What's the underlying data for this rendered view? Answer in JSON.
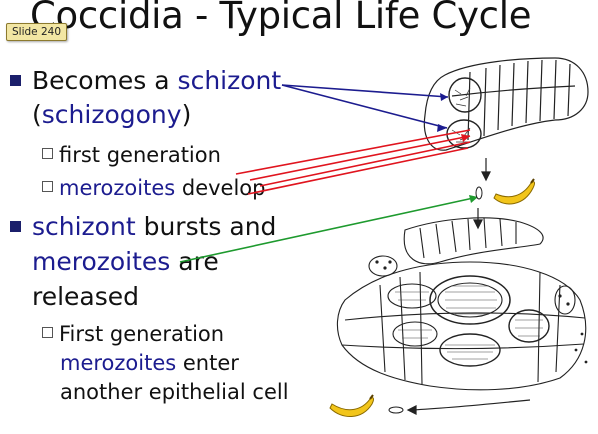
{
  "slide": {
    "badge": "Slide 240",
    "title": "Coccidia - Typical Life Cycle"
  },
  "bullets": [
    {
      "level": 1,
      "parts": [
        "Becomes a ",
        "schizont",
        ""
      ]
    },
    {
      "level": 1,
      "parts": [
        "(",
        "schizogony",
        ")"
      ]
    },
    {
      "level": 2,
      "text": "first generation"
    },
    {
      "level": 2,
      "parts": [
        "",
        "merozoites",
        " develop"
      ]
    },
    {
      "level": 1,
      "parts": [
        "",
        "schizont",
        " bursts and"
      ]
    },
    {
      "level": 1,
      "parts": [
        "",
        "merozoites",
        " are"
      ]
    },
    {
      "level": 1,
      "text": "released"
    },
    {
      "level": 2,
      "text": "First generation"
    },
    {
      "level": 2,
      "parts": [
        "",
        "merozoites",
        " enter"
      ]
    },
    {
      "level": 2,
      "text": "another epithelial cell"
    }
  ],
  "colors": {
    "keyword": "#1c1c8f",
    "arrow_schizont": "#1c1c8f",
    "arrow_generation": "#e0141e",
    "arrow_merozoites": "#1e9a2e",
    "banana": "#f2c51a"
  },
  "figure": {
    "description_icons": [
      "intestinal-villus-illustration",
      "banana-icon",
      "merozoite-icon"
    ]
  }
}
